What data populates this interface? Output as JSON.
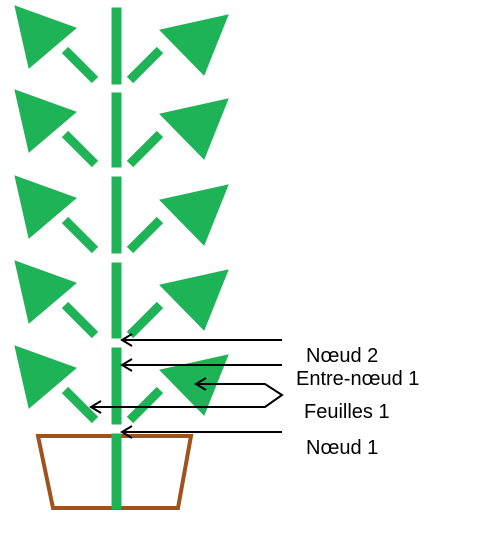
{
  "labels": {
    "node2": "Nœud 2",
    "internode1": "Entre-nœud 1",
    "leaves1": "Feuilles 1",
    "node1": "Nœud 1"
  },
  "colors": {
    "plant": "#1fb357",
    "pot": "#a0521a",
    "arrow": "#000000"
  }
}
